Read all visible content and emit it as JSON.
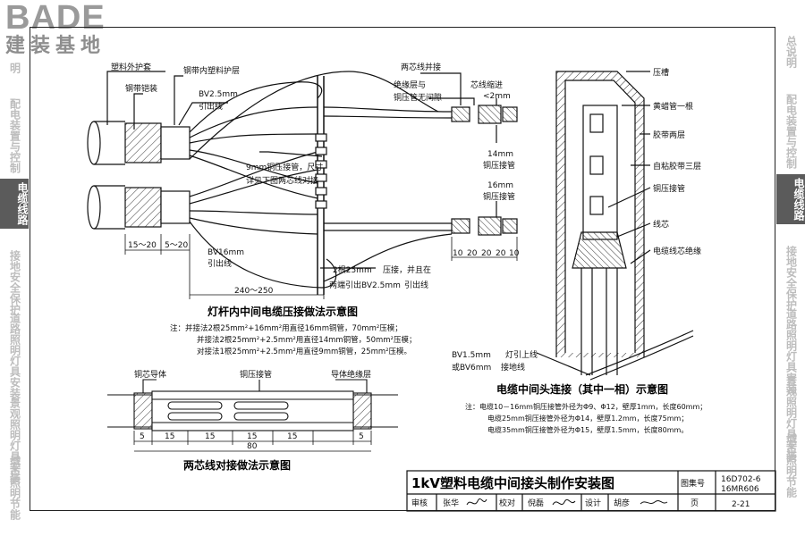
{
  "logo": {
    "en": "BADE",
    "cn": "建装基地"
  },
  "side_tabs_left": [
    {
      "label": "明"
    },
    {
      "label": "配电装置与控制"
    },
    {
      "label": "电缆线路"
    },
    {
      "label": "接地安全保护"
    },
    {
      "label": "道路照明灯具安装"
    },
    {
      "label": "景观照明灯具安装"
    },
    {
      "label": "城市照明节能"
    }
  ],
  "side_tabs_right": [
    {
      "label": "总说明"
    },
    {
      "label": "配电装置与控制"
    },
    {
      "label": "电缆线路"
    },
    {
      "label": "接地安全保护"
    },
    {
      "label": "道路照明灯具安装"
    },
    {
      "label": "景观照明灯具安装"
    },
    {
      "label": "城市照明节能"
    }
  ],
  "fig1": {
    "labels": {
      "outer_sheath": "塑料外护套",
      "steel_armor": "钢带铠装",
      "inner_sheath": "钢带内塑料护层",
      "bv25_a": "BV2.5mm",
      "bv25_b": "引出线",
      "tube9_a": "9mm铜压接管，尺寸",
      "tube9_b": "详见下图两芯线对接",
      "bv16_a": "BV16mm",
      "bv16_b": "引出线",
      "two_core_parallel": "两芯线并接",
      "insulation_gap_a": "绝缘层与",
      "insulation_gap_b": "铜压管无间隙",
      "core_retract_a": "芯线缩进",
      "core_retract_b": "<2mm",
      "tube14_a": "14mm",
      "tube14_b": "铜压接管",
      "tube16_a": "16mm",
      "tube16_b": "铜压接管",
      "note_a": "2根25mm",
      "note_a2": "压接，并且在",
      "note_b": "两端引出BV2.5mm",
      "note_b2": "引出线"
    },
    "dims": {
      "d1": "15～20",
      "d2": "5～20",
      "total": "240～250",
      "r1": "10",
      "r2": "20",
      "r3": "20",
      "r4": "20",
      "r5": "10"
    },
    "title": "灯杆内中间电缆压接做法示意图",
    "notes": [
      "注：并接法2根25mm²+16mm²用直径16mm铜管，70mm²压模；",
      "并接法2根25mm²+2.5mm²用直径14mm铜管，50mm²压模；",
      "对接法1根25mm²+2.5mm²用直径9mm铜管，25mm²压模。"
    ]
  },
  "fig2": {
    "labels": {
      "conductor": "铜芯导体",
      "tube": "铜压接管",
      "insulation": "导体绝缘层"
    },
    "dims": [
      "5",
      "15",
      "15",
      "15",
      "15",
      "5"
    ],
    "total": "80",
    "title": "两芯线对接做法示意图"
  },
  "fig3": {
    "labels": {
      "groove": "压槽",
      "wax_tube": "黄蜡管一根",
      "tape_two": "胶带两层",
      "self_adhesive": "自粘胶带三层",
      "crimp_tube": "铜压接管",
      "core": "线芯",
      "core_insulation": "电缆线芯绝缘",
      "bv15_a": "BV1.5mm",
      "bv15_a2": "灯引上线",
      "bv15_b": "或BV6mm",
      "bv15_b2": "接地线"
    },
    "title": "电缆中间头连接（其中一相）示意图",
    "notes": [
      "注：电缆10－16mm铜压接管外径为Φ9、Φ12，壁厚1mm，长度60mm；",
      "电缆25mm铜压接管外径为Φ14，壁厚1.2mm，长度75mm；",
      "电缆35mm铜压接管外径为Φ15，壁厚1.5mm，长度80mm。"
    ]
  },
  "title_block": {
    "title": "1kV塑料电缆中间接头制作安装图",
    "atlas_label": "图集号",
    "atlas_no_1": "16D702-6",
    "atlas_no_2": "16MR606",
    "review_label": "审核",
    "review_name": "张华",
    "check_label": "校对",
    "check_name": "倪磊",
    "design_label": "设计",
    "design_name": "胡彦",
    "page_label": "页",
    "page_no": "2-21"
  },
  "colors": {
    "line": "#111111",
    "hatch": "#333333",
    "logo": "#9a9a9a",
    "active_tab": "#5b5b5b"
  }
}
